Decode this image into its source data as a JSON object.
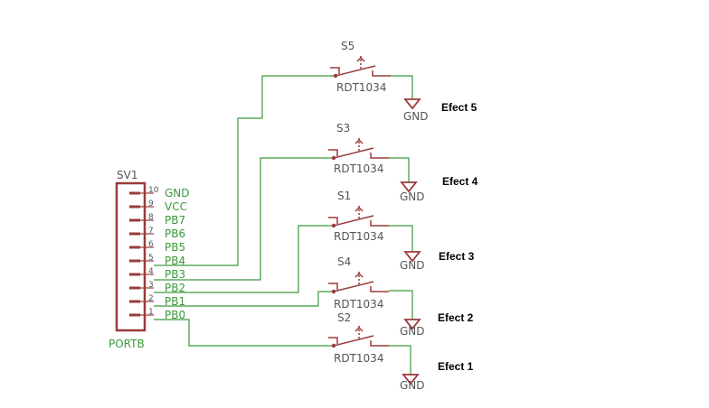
{
  "colors": {
    "wire": "#3a9a3a",
    "part": "#9b3a3a",
    "text_gray": "#555555",
    "text_green": "#3a9a3a",
    "text_black": "#000000"
  },
  "connector": {
    "name": "SV1",
    "value": "PORTB",
    "pins": [
      {
        "num": "10",
        "label": "GND"
      },
      {
        "num": "9",
        "label": "VCC"
      },
      {
        "num": "8",
        "label": "PB7"
      },
      {
        "num": "7",
        "label": "PB6"
      },
      {
        "num": "6",
        "label": "PB5"
      },
      {
        "num": "5",
        "label": "PB4"
      },
      {
        "num": "4",
        "label": "PB3"
      },
      {
        "num": "3",
        "label": "PB2"
      },
      {
        "num": "2",
        "label": "PB1"
      },
      {
        "num": "1",
        "label": "PB0"
      }
    ]
  },
  "switches": [
    {
      "name": "S5",
      "value": "RDT1034",
      "gnd": "GND",
      "effect": "Efect 5"
    },
    {
      "name": "S3",
      "value": "RDT1034",
      "gnd": "GND",
      "effect": "Efect 4"
    },
    {
      "name": "S1",
      "value": "RDT1034",
      "gnd": "GND",
      "effect": "Efect 3"
    },
    {
      "name": "S4",
      "value": "RDT1034",
      "gnd": "GND",
      "effect": "Efect 2"
    },
    {
      "name": "S2",
      "value": "RDT1034",
      "gnd": "GND",
      "effect": "Efect 1"
    }
  ]
}
